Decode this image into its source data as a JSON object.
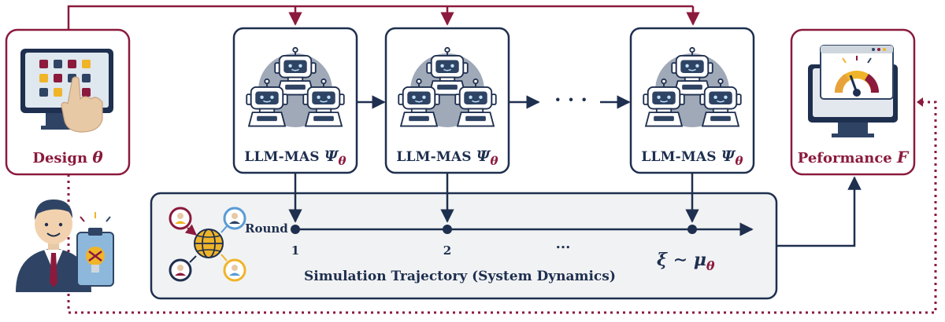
{
  "design": {
    "label": "Design",
    "symbol": "θ"
  },
  "performance": {
    "label": "Peformance",
    "symbol": "F"
  },
  "mas": {
    "name": "LLM-MAS",
    "symbol": "Ψ",
    "subscript": "θ",
    "count_shown": 3,
    "ellipsis": "· · ·"
  },
  "trajectory": {
    "round_label": "Round",
    "ticks": [
      "1",
      "2",
      "..."
    ],
    "title": "Simulation Trajectory (System Dynamics)",
    "formula": {
      "xi": "ξ",
      "tilde": "∼",
      "mu": "μ",
      "sub": "θ"
    }
  },
  "colors": {
    "maroon": "#8b1a3d",
    "navy": "#1e2f4f",
    "panel_bg": "#f1f2f3",
    "robot_bg": "#8e9aab"
  },
  "icons": {
    "design": "touchscreen-design-icon",
    "performance": "performance-gauge-monitor-icon",
    "robot": "robot-agent-icon",
    "network": "social-network-globe-icon",
    "person": "designer-person-icon"
  }
}
